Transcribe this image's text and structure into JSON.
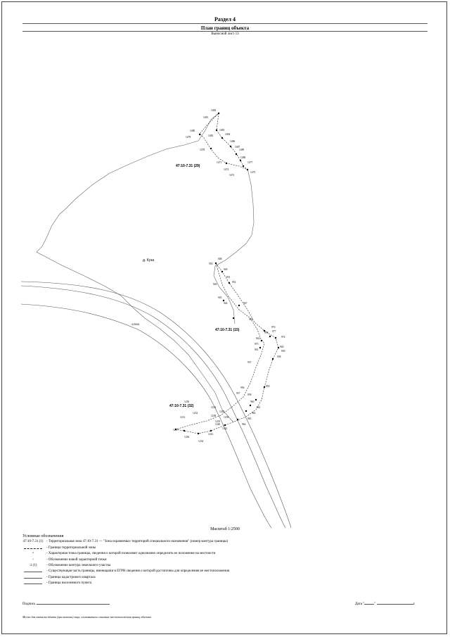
{
  "header": {
    "section": "Раздел 4",
    "plan_title": "План границ объекта",
    "sheet_label": "Выносной лист 13"
  },
  "map": {
    "settlement": "д. Куза",
    "road_cadastral": ":12500",
    "zones": [
      "47:10-7.31 (29)",
      "47:10-7.31 (15)",
      "47:10-7.31 (32)"
    ],
    "points": [
      "1482",
      "1481",
      "1483",
      "1480",
      "1484",
      "1479",
      "1486",
      "1485",
      "1487",
      "1488",
      "1478",
      "1471",
      "1489",
      "1477",
      "1474",
      "1473",
      "1475",
      "948",
      "950",
      "949",
      "951",
      "952",
      "946",
      "947",
      "945",
      "944",
      "976",
      "978",
      "977",
      "974",
      "943",
      "942",
      "975",
      "941",
      "940",
      "939",
      "938",
      "937",
      "956",
      "957",
      "958",
      "959",
      "960",
      "961",
      "962",
      "963",
      "964",
      "1230",
      "1232",
      "1231",
      "1233",
      "1234",
      "1235",
      "1236",
      "1237",
      "1238",
      "1239",
      "1240",
      "1241",
      "1242",
      "1243"
    ]
  },
  "scale_label": "Масштаб 1:2500",
  "legend": {
    "title": "Условные обозначения",
    "items": [
      {
        "symbol": "47:10-7.31 (1)",
        "text": "- Территориальная зона 47:10-7.31 — \"Зона охраняемых территорий специального назначения\" (номер контура границы)"
      },
      {
        "symbol": "",
        "text": "- Граница территориальной зоны"
      },
      {
        "symbol": "•",
        "text": "- Характерная точка границы, сведения о которой позволяют однозначно определить ее положение на местности"
      },
      {
        "symbol": "↑",
        "text": "- Обозначение новой характерной точки"
      },
      {
        "symbol": ":1 (1)",
        "text": "- Обозначение контура земельного участка"
      },
      {
        "symbol": "",
        "text": "- Существующая часть границы, имеющаяся в ЕГРН сведения о которой достаточны для определения ее местоположения"
      },
      {
        "symbol": "",
        "text": "- Граница кадастрового квартала"
      },
      {
        "symbol": "",
        "text": "- Граница населенного пункта"
      }
    ]
  },
  "footer": {
    "sign_label": "Подпись",
    "date_label": "Дата \"",
    "date_tail": "г.",
    "note": "Место для оттиска печати (при наличии) лица, составившего описание местоположения границ объекта"
  }
}
